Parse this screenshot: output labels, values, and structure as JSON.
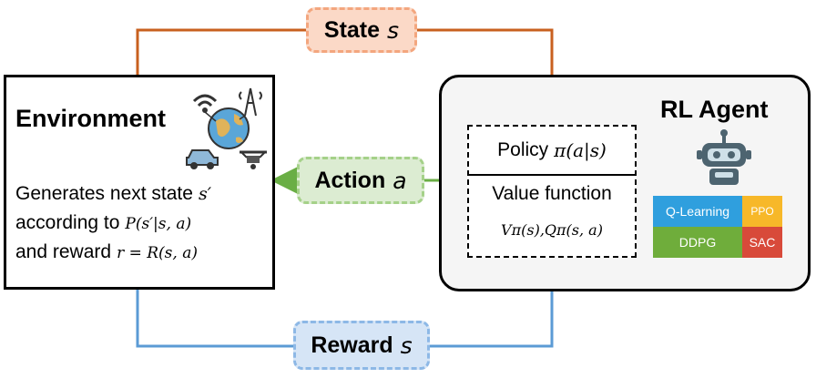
{
  "state": {
    "label": "State",
    "var": "s"
  },
  "action": {
    "label": "Action",
    "var": "a"
  },
  "reward": {
    "label": "Reward",
    "var": "s"
  },
  "environment": {
    "title": "Environment",
    "line1_text": "Generates next state",
    "line1_math": "s′",
    "line2_text": "according to",
    "line2_math": "P(s′|s, a)",
    "line3_text": "and reward",
    "line3_math": "r = R(s, a)"
  },
  "agent": {
    "title": "RL Agent",
    "policy_text": "Policy",
    "policy_math": "π(a|s)",
    "value_function": "Value function",
    "value_math": "Vπ(s),Qπ(s, a)",
    "algorithms": [
      "Q-Learning",
      "PPO",
      "DDPG",
      "SAC"
    ]
  },
  "colors": {
    "state_arrow": "#c8601f",
    "action_arrow": "#6aae45",
    "reward_arrow": "#5b9bd5",
    "q_learning": "#2f9fde",
    "ppo": "#f7b829",
    "ddpg": "#6fad3b",
    "sac": "#d84a3a"
  }
}
